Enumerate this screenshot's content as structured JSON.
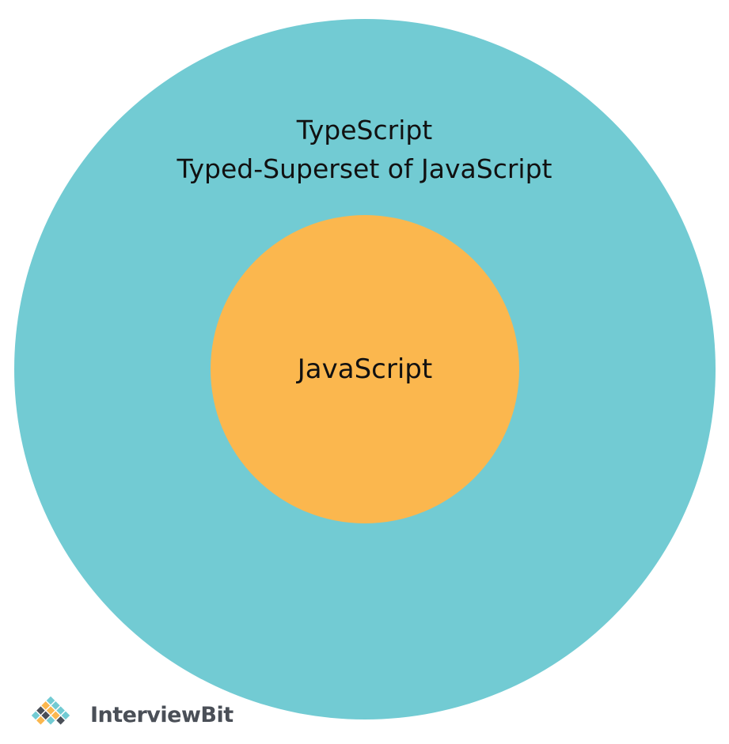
{
  "diagram": {
    "outer": {
      "title": "TypeScript",
      "subtitle": "Typed-Superset of JavaScript",
      "color": "#72cbd3"
    },
    "inner": {
      "label": "JavaScript",
      "color": "#fbb74e"
    }
  },
  "logo": {
    "text": "InterviewBit",
    "text_color": "#4a4f57",
    "mark_colors": [
      "#72cbd3",
      "#fbb74e",
      "#4a4f57"
    ]
  }
}
